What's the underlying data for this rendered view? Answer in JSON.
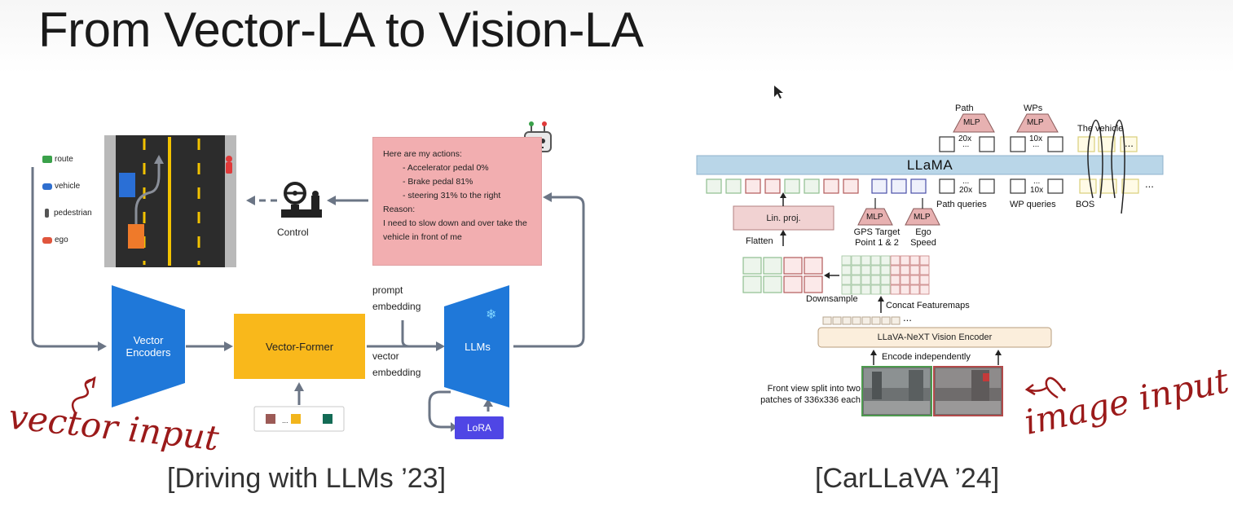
{
  "slide": {
    "title": "From Vector-LA to Vision-LA"
  },
  "left": {
    "legend": [
      "route",
      "vehicle",
      "pedestrian",
      "ego"
    ],
    "control_label": "Control",
    "speech": {
      "intro": "Here are my actions:",
      "actions": [
        "- Accelerator pedal 0%",
        "- Brake pedal 81%",
        "- steering 31% to the right"
      ],
      "reason_label": "Reason:",
      "reason_text": "I need to slow down and over take the vehicle in front of me"
    },
    "vector_encoders": "Vector Encoders",
    "vector_former": "Vector-Former",
    "llms": "LLMs",
    "lora": "LoRA",
    "prompt_embedding": "prompt embedding",
    "vector_embedding": "vector embedding",
    "tokens_ellipsis": "...",
    "caption": "[Driving with LLMs ’23]",
    "annotation": "vector input"
  },
  "right": {
    "llama": "LLaMA",
    "path": "Path",
    "wps": "WPs",
    "mlp": "MLP",
    "x20": "20x",
    "x10": "10x",
    "ellipsis": "...",
    "the_vehicle": "The vehicle",
    "path_queries": "Path queries",
    "wp_queries": "WP queries",
    "bos": "BOS",
    "lin_proj": "Lin. proj.",
    "flatten": "Flatten",
    "gps_target": "GPS Target Point 1 & 2",
    "ego_speed": "Ego Speed",
    "downsample": "Downsample",
    "concat": "Concat Featuremaps",
    "vision_encoder": "LLaVA-NeXT Vision Encoder",
    "encode_independently": "Encode independently",
    "front_view": "Front view split into two patches of 336x336 each",
    "caption": "[CarLLaVA ’24]",
    "annotation": "image input"
  }
}
